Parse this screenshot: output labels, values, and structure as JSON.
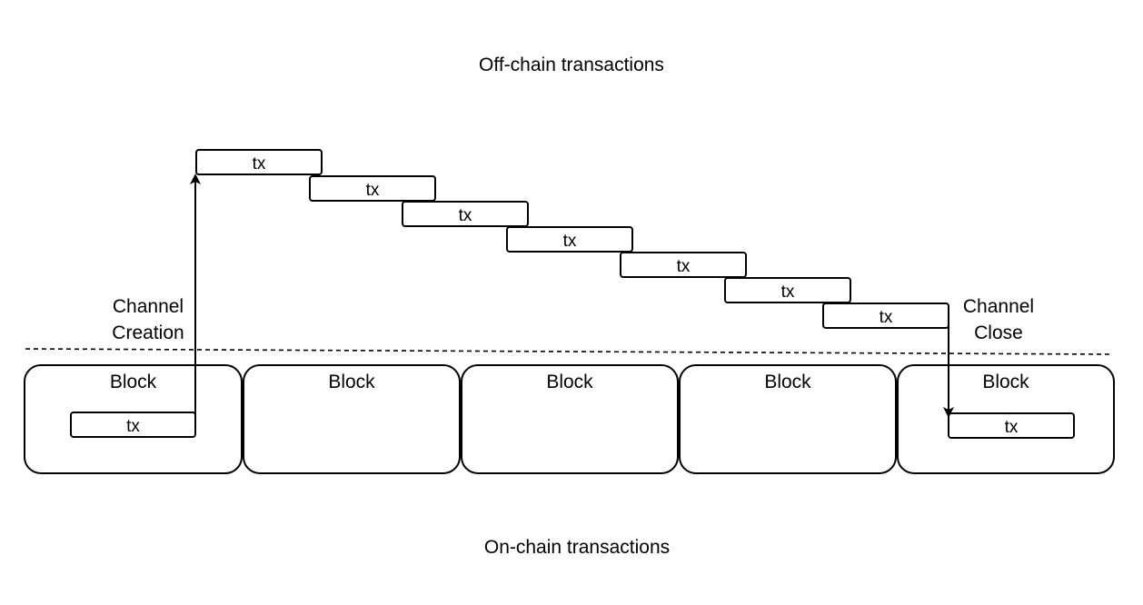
{
  "labels": {
    "off_chain": "Off-chain transactions",
    "on_chain": "On-chain transactions",
    "channel_creation": [
      "Channel",
      "Creation"
    ],
    "channel_close": [
      "Channel",
      "Close"
    ]
  },
  "blocks": [
    {
      "label": "Block",
      "tx": "tx"
    },
    {
      "label": "Block"
    },
    {
      "label": "Block"
    },
    {
      "label": "Block"
    },
    {
      "label": "Block",
      "tx": "tx"
    }
  ],
  "offchain_txs": [
    "tx",
    "tx",
    "tx",
    "tx",
    "tx",
    "tx",
    "tx"
  ]
}
